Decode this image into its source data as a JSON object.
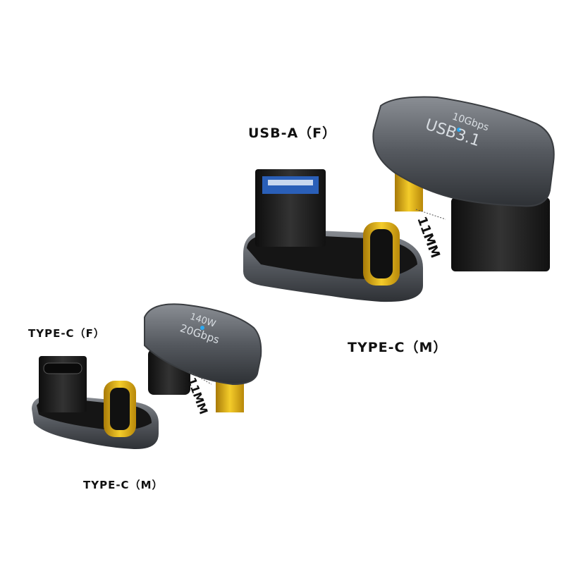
{
  "labels": {
    "large_female": "USB-A（F）",
    "large_male": "TYPE-C（M）",
    "small_female": "TYPE-C（F）",
    "small_male": "TYPE-C（M）"
  },
  "large_adapter": {
    "speed": "10Gbps",
    "standard": "USB3.1",
    "height": "11MM"
  },
  "small_adapter": {
    "power": "140W",
    "speed": "20Gbps",
    "height": "11MM"
  },
  "colors": {
    "shell": "#5a5e64",
    "gold": "#e6b514",
    "led": "#2aa8f0",
    "black": "#1a1a1a"
  }
}
